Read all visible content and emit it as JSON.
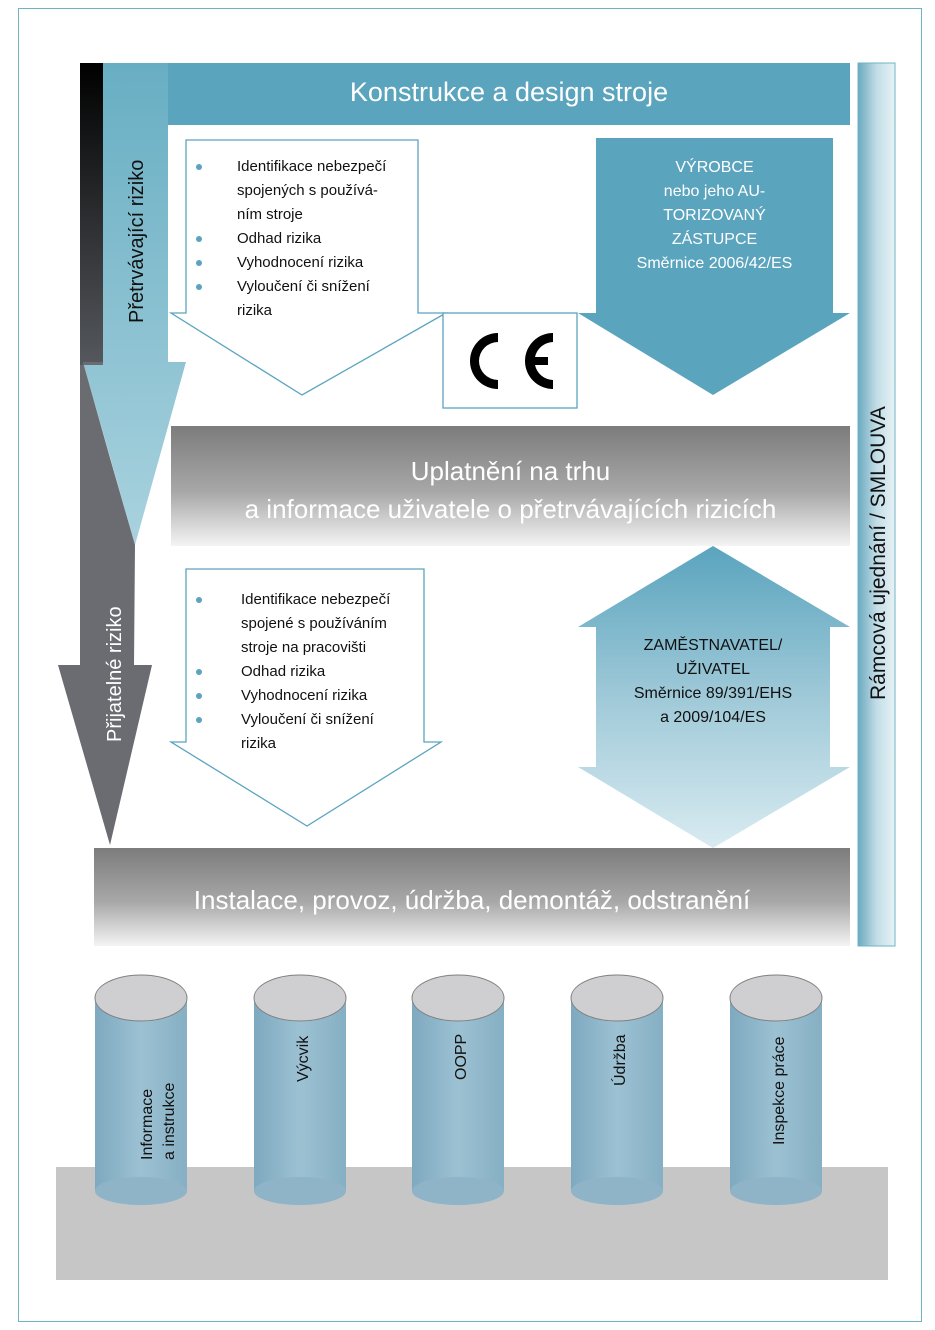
{
  "header": {
    "title": "Konstrukce a design stroje"
  },
  "manufacturer_arrow": {
    "lines": [
      "VÝROBCE",
      "nebo jeho AU-",
      "TORIZOVANÝ",
      "ZÁSTUPCE",
      "Směrnice 2006/42/ES"
    ]
  },
  "ce_mark": {
    "label": "CE"
  },
  "design_steps": {
    "items": [
      [
        "Identifikace nebezpečí",
        "spojených s používá-",
        "ním stroje"
      ],
      [
        "Odhad rizika"
      ],
      [
        "Vyhodnocení rizika"
      ],
      [
        "Vyloučení či snížení",
        "rizika"
      ]
    ]
  },
  "market_bar": {
    "line1": "Uplatnění na trhu",
    "line2": "a informace uživatele o přetrvávajících rizicích"
  },
  "workplace_steps": {
    "items": [
      [
        "Identifikace nebezpečí",
        "spojené s používáním",
        "stroje na pracovišti"
      ],
      [
        "Odhad rizika"
      ],
      [
        "Vyhodnocení rizika"
      ],
      [
        "Vyloučení či snížení",
        "rizika"
      ]
    ]
  },
  "employer_arrow": {
    "lines": [
      "ZAMĚSTNAVATEL/",
      "UŽIVATEL",
      "Směrnice 89/391/EHS",
      "a 2009/104/ES"
    ]
  },
  "bottom_bar": {
    "title": "Instalace, provoz, údržba, demontáž, odstranění"
  },
  "side_bar": {
    "label": "Rámcová ujednání / SMLOUVA"
  },
  "left_arrows": {
    "residual": "Přetrvávající riziko",
    "acceptable": "Přijatelné riziko"
  },
  "pillars": [
    {
      "lines": [
        "Informace",
        "a instrukce"
      ]
    },
    {
      "lines": [
        "Výcvik"
      ]
    },
    {
      "lines": [
        "OOPP"
      ]
    },
    {
      "lines": [
        "Údržba"
      ]
    },
    {
      "lines": [
        "Inspekce práce"
      ]
    }
  ],
  "colors": {
    "teal": "#5aa4be",
    "frame": "#6fb3c4",
    "gray_base": "#c6c6c6",
    "pillar_body": "#91b8cc",
    "pillar_top": "#cfcfd1",
    "bullet": "#5ba3bf"
  }
}
